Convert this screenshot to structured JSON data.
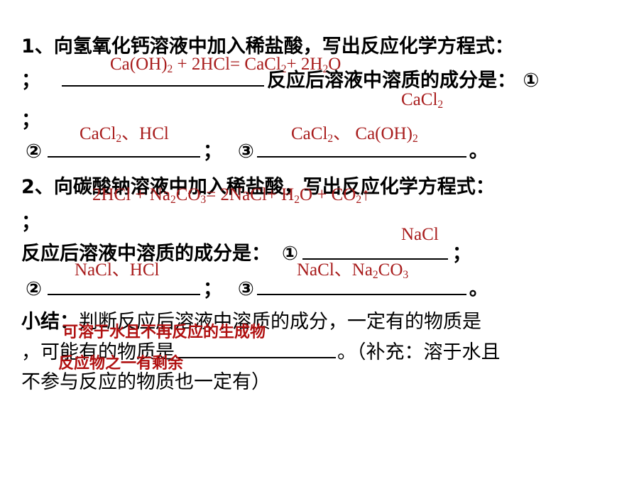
{
  "q1": {
    "prompt": "1、向氢氧化钙溶液中加入稀盐酸，写出反应化学方程式：",
    "semicolon": "；",
    "solute_prompt": "反应后溶液中溶质的成分是：",
    "circle1": "①",
    "circle2": "②",
    "circle3": "③",
    "period": "。",
    "equation_answer": "Ca(OH)2 + 2HCl= CaCl2+ 2H2O",
    "answer_1": "CaCl2",
    "answer_2": "CaCl2、HCl",
    "answer_3": "CaCl2、 Ca(OH)2"
  },
  "q2": {
    "prompt": "2、向碳酸钠溶液中加入稀盐酸，写出反应化学方程式：",
    "semicolon": "；",
    "solute_prompt": "反应后溶液中溶质的成分是：",
    "circle1": "①",
    "circle2": "②",
    "circle3": "③",
    "period": "。",
    "equation_answer": "2HCl + Na2CO3= 2NaCl+ H2O + CO2↑",
    "answer_1": "NaCl",
    "answer_2": "NaCl、HCl",
    "answer_3": "NaCl、Na2CO3"
  },
  "summary": {
    "label": "小结：",
    "line1": "判断反应后溶液中溶质的成分，一定有的物质是",
    "line2_start": "，可能有的物质是",
    "line2_end": "。（补充：溶于水且",
    "line3": "不参与反应的物质也一定有）",
    "answer1": "可溶于水且不再反应的生成物",
    "answer2": "反应物之一有剩余"
  },
  "colors": {
    "text": "#000000",
    "answer_red": "#a81c1c"
  }
}
